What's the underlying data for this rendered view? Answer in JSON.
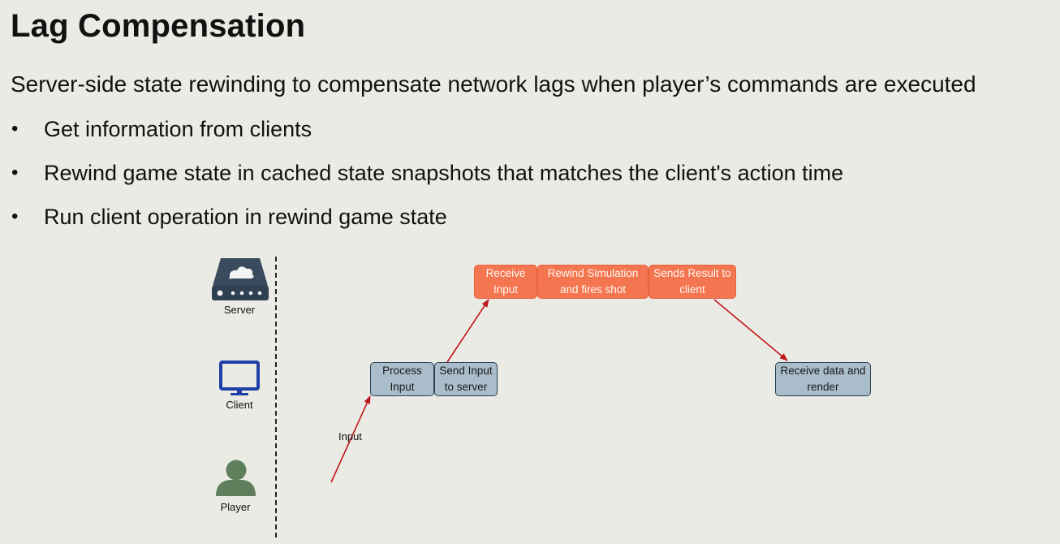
{
  "title": "Lag Compensation",
  "subtitle": "Server-side state rewinding to compensate network lags when player’s commands are executed",
  "bullets": [
    "Get information from clients",
    "Rewind game state in cached state snapshots that matches the client's action time",
    "Run client operation in rewind game state"
  ],
  "lanes": {
    "server": "Server",
    "client": "Client",
    "player": "Player"
  },
  "server_boxes": {
    "receive_input": [
      "Receive",
      "Input"
    ],
    "rewind_simulation": [
      "Rewind Simulation",
      "and fires shot"
    ],
    "sends_result": [
      "Sends Result to",
      "client"
    ]
  },
  "client_boxes": {
    "process_input": [
      "Process",
      "Input"
    ],
    "send_input": [
      "Send Input",
      "to server"
    ],
    "receive_data": [
      "Receive data and",
      "render"
    ]
  },
  "input_arrow_label": "Input",
  "colors": {
    "server_box": "#f47650",
    "client_box": "#a9bdca",
    "arrow": "#c0161b",
    "icon_dark": "#2f4052",
    "icon_blue": "#1f3fa6",
    "icon_green": "#5f7f5c"
  },
  "icons": {
    "server": "server-icon",
    "client": "monitor-icon",
    "player": "person-icon"
  }
}
